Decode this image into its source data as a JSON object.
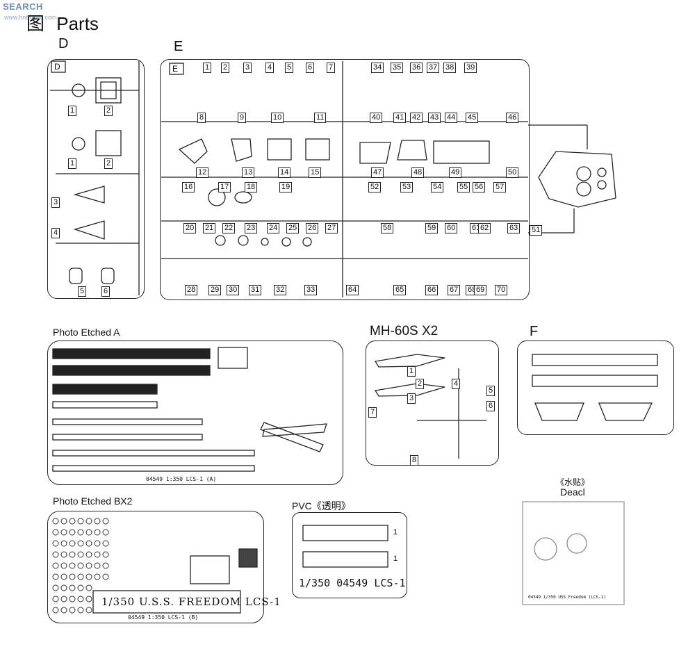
{
  "watermark": {
    "text": "SEARCH",
    "sub": "www.hobbyen.com"
  },
  "title": {
    "cn": "图",
    "en": "Parts"
  },
  "sections": {
    "D": {
      "label": "D",
      "inner_tag": "D",
      "parts": [
        "1",
        "2",
        "1",
        "2",
        "3",
        "4",
        "5",
        "6"
      ]
    },
    "E": {
      "label": "E",
      "inner_tag": "E",
      "parts_row1": [
        "1",
        "2",
        "3",
        "4",
        "5",
        "6",
        "7",
        "34",
        "35",
        "36",
        "37",
        "38",
        "39"
      ],
      "parts_row2": [
        "8",
        "9",
        "10",
        "11",
        "40",
        "41",
        "42",
        "43",
        "44",
        "45",
        "46"
      ],
      "parts_row3": [
        "12",
        "13",
        "14",
        "15",
        "47",
        "48",
        "49",
        "50"
      ],
      "parts_row4": [
        "16",
        "17",
        "18",
        "19",
        "52",
        "53",
        "54",
        "55",
        "56",
        "57"
      ],
      "parts_row5": [
        "20",
        "21",
        "22",
        "23",
        "24",
        "25",
        "26",
        "27",
        "61",
        "58",
        "59",
        "60",
        "62",
        "63"
      ],
      "parts_row6": [
        "28",
        "29",
        "30",
        "31",
        "32",
        "33",
        "64",
        "65",
        "66",
        "67",
        "68",
        "69",
        "70"
      ],
      "part_51": "51"
    },
    "photo_etched_a": {
      "label": "Photo Etched A",
      "code": "04549 1:350 LCS-1 (A)"
    },
    "mh60s": {
      "label": "MH-60S  X2",
      "parts": [
        "1",
        "2",
        "3",
        "4",
        "5",
        "6",
        "7",
        "8"
      ]
    },
    "F": {
      "label": "F"
    },
    "photo_etched_b": {
      "label": "Photo Etched BX2",
      "plate": "1/350  U.S.S. FREEDOM  LCS-1",
      "code": "04549 1:350 LCS-1 (B)"
    },
    "pvc": {
      "label": "PVC《透明》",
      "code": "1/350  04549  LCS-1",
      "parts": [
        "1",
        "1"
      ]
    },
    "decal": {
      "label_cn": "《水贴》",
      "label_en": "Deacl",
      "code": "04549   1/350   USS Freedom (LCS-1)"
    }
  }
}
